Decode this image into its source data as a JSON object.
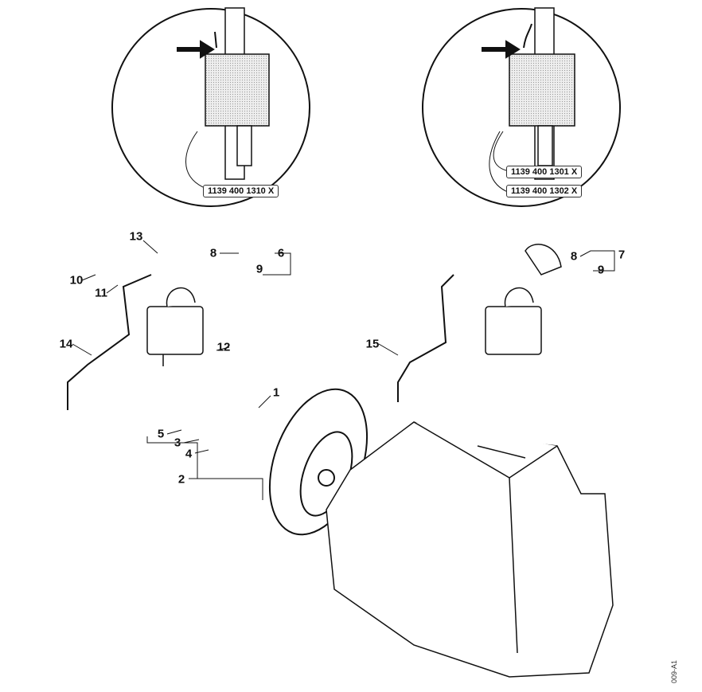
{
  "detail_views": [
    {
      "part_numbers": [
        "1139 400 1310 X"
      ]
    },
    {
      "part_numbers": [
        "1139 400 1301 X",
        "1139 400 1302 X"
      ]
    }
  ],
  "callouts": [
    "1",
    "2",
    "3",
    "4",
    "5",
    "6",
    "7",
    "8",
    "9",
    "10",
    "11",
    "12",
    "13",
    "14",
    "15"
  ],
  "right_callouts": {
    "eight": "8",
    "nine": "9"
  },
  "reference_code": "009-A1"
}
